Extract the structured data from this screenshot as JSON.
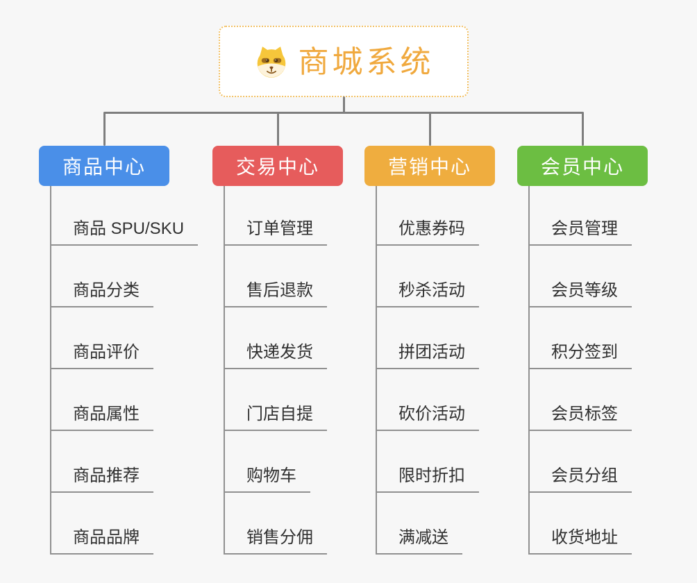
{
  "canvas": {
    "background": "#f7f7f7"
  },
  "root": {
    "title": "商城系统",
    "icon": "doge-face-icon",
    "title_color": "#f0a93e",
    "border_color": "#f2c063"
  },
  "connector_color": "#7e7e7e",
  "item_line_color": "#909090",
  "branches": [
    {
      "label": "商品中心",
      "color": "#4a8fe8",
      "items": [
        "商品 SPU/SKU",
        "商品分类",
        "商品评价",
        "商品属性",
        "商品推荐",
        "商品品牌"
      ]
    },
    {
      "label": "交易中心",
      "color": "#e65c5c",
      "items": [
        "订单管理",
        "售后退款",
        "快递发货",
        "门店自提",
        "购物车",
        "销售分佣"
      ]
    },
    {
      "label": "营销中心",
      "color": "#efad3f",
      "items": [
        "优惠券码",
        "秒杀活动",
        "拼团活动",
        "砍价活动",
        "限时折扣",
        "满减送"
      ]
    },
    {
      "label": "会员中心",
      "color": "#6cbe42",
      "items": [
        "会员管理",
        "会员等级",
        "积分签到",
        "会员标签",
        "会员分组",
        "收货地址"
      ]
    }
  ]
}
